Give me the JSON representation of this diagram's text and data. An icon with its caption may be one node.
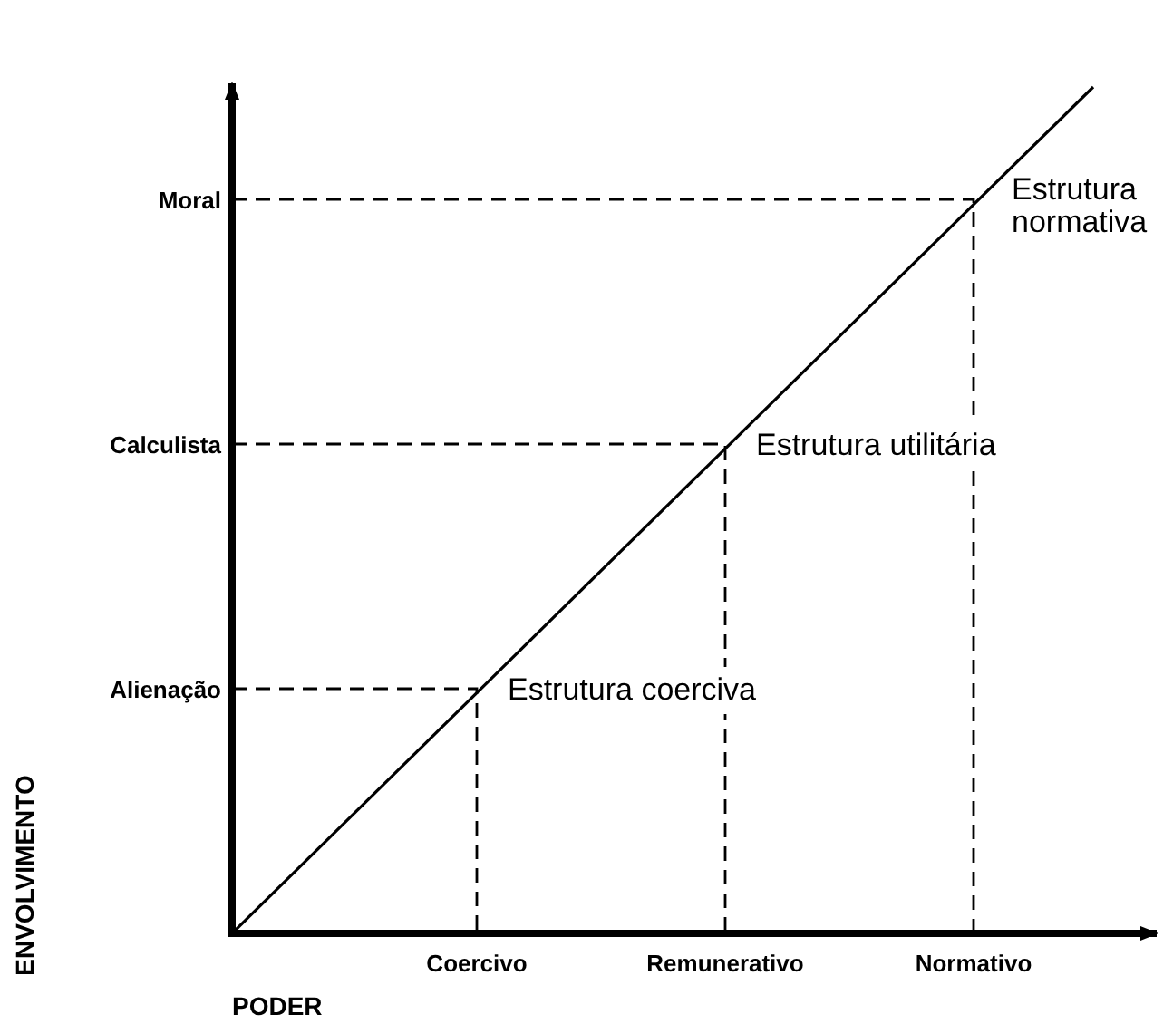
{
  "diagram": {
    "labels": [
      "Moral",
      "Estrutura normativa",
      "Calculista",
      "Estrutura utilitária",
      "Alienação",
      "Estrutura coerciva",
      "ENVOLVIMENTO",
      "Coercivo",
      "Remunerativo",
      "Normativo",
      "PODER"
    ]
  }
}
